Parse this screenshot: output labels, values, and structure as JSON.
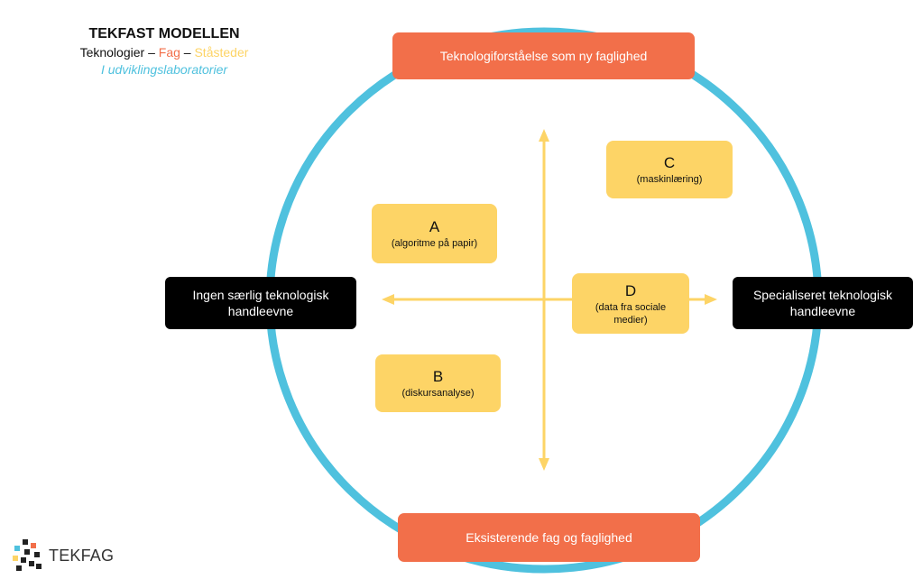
{
  "title": {
    "main": "TEKFAST MODELLEN",
    "line2": {
      "part1": "Teknologier",
      "sep1": " – ",
      "part2": "Fag",
      "sep2": " – ",
      "part3": "Ståsteder"
    },
    "line3": "I udviklingslaboratorier"
  },
  "axes": {
    "top": "Teknologiforståelse som ny faglighed",
    "bottom": "Eksisterende fag og faglighed",
    "left": "Ingen særlig teknologisk handleevne",
    "right": "Specialiseret teknologisk handleevne"
  },
  "quadrants": {
    "a": {
      "letter": "A",
      "desc": "(algoritme på papir)"
    },
    "b": {
      "letter": "B",
      "desc": "(diskursanalyse)"
    },
    "c": {
      "letter": "C",
      "desc": "(maskinlæring)"
    },
    "d": {
      "letter": "D",
      "desc": "(data fra sociale medier)"
    }
  },
  "logo": {
    "text": "TEKFAG"
  },
  "colors": {
    "circle": "#4fc1de",
    "arrow": "#fdd466",
    "orange": "#f26f4a",
    "yellow": "#fdd466",
    "line2_part1": "#111111",
    "line2_part2": "#f26f4a",
    "line2_part3": "#fdd466",
    "line3": "#4fc1de"
  }
}
